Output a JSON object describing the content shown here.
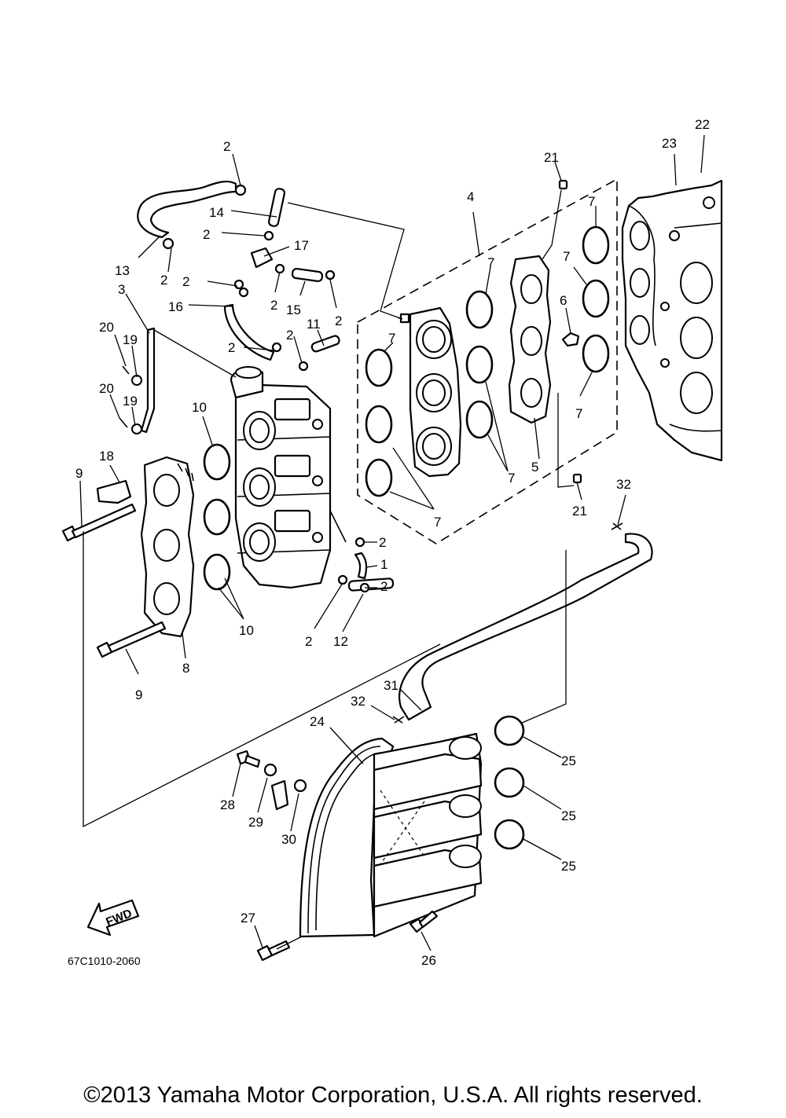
{
  "diagram": {
    "diagram_code": "67C1010-2060",
    "direction_label": "FWD",
    "callouts": [
      "1",
      "2",
      "3",
      "4",
      "5",
      "6",
      "7",
      "8",
      "9",
      "10",
      "11",
      "12",
      "13",
      "14",
      "15",
      "16",
      "17",
      "18",
      "19",
      "20",
      "21",
      "22",
      "23",
      "24",
      "25",
      "26",
      "27",
      "28",
      "29",
      "30",
      "31",
      "32"
    ]
  },
  "footer": {
    "copyright": "©2013 Yamaha Motor Corporation, U.S.A. All rights reserved."
  }
}
